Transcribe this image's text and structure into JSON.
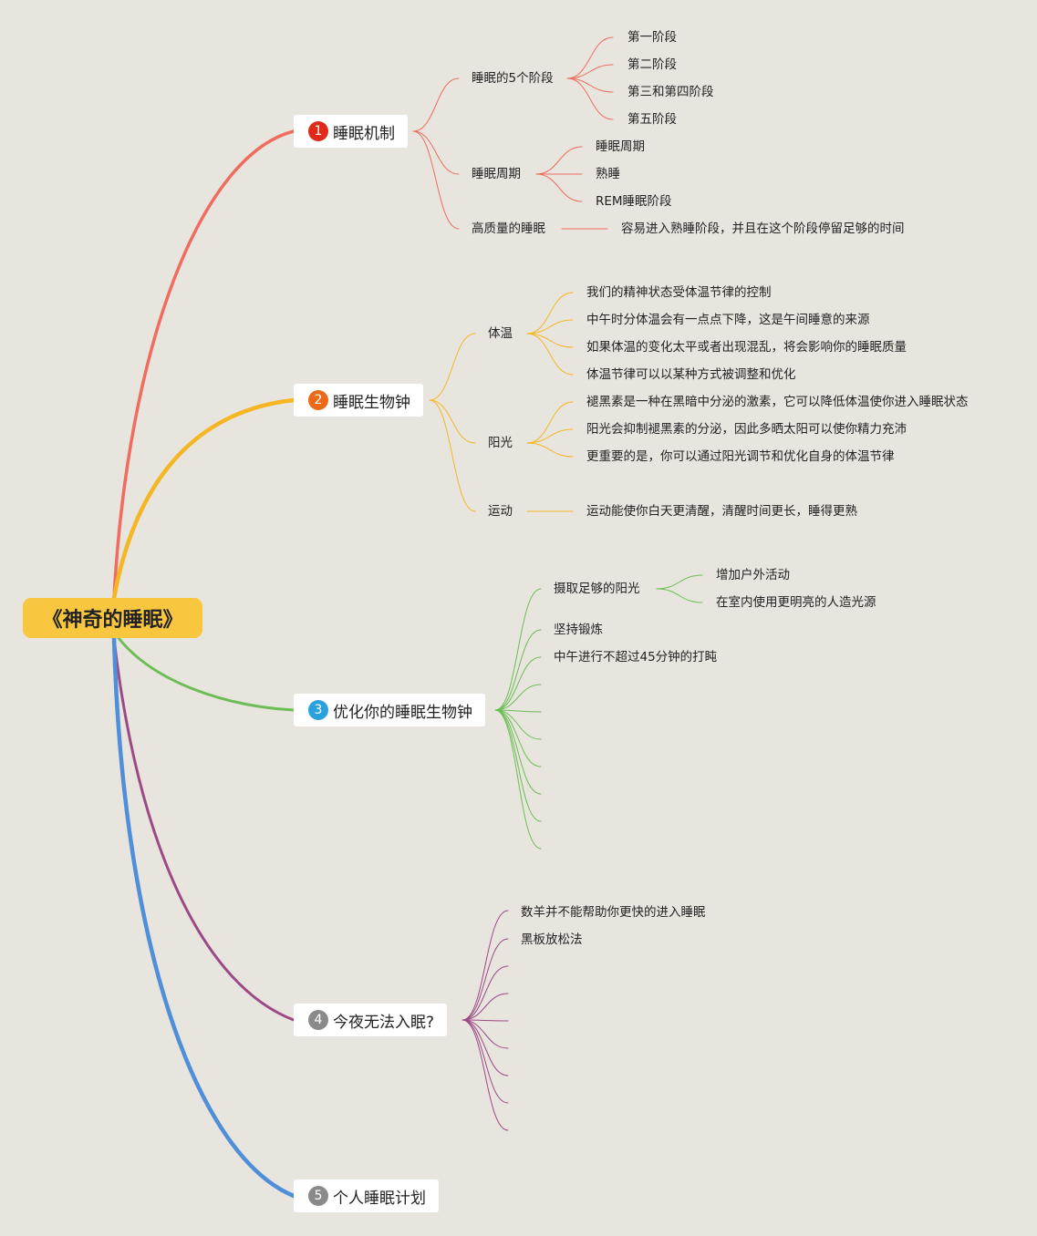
{
  "root": "《神奇的睡眠》",
  "branches": [
    {
      "num": "1",
      "label": "睡眠机制",
      "color": "#ef6c5e",
      "badge": "#dd2a1b"
    },
    {
      "num": "2",
      "label": "睡眠生物钟",
      "color": "#f5b623",
      "badge": "#ea6a1a"
    },
    {
      "num": "3",
      "label": "优化你的睡眠生物钟",
      "color": "#6cbd55",
      "badge": "#2aa0dc"
    },
    {
      "num": "4",
      "label": "今夜无法入眠?",
      "color": "#9b4a86",
      "badge": "#8a8a8a"
    },
    {
      "num": "5",
      "label": "个人睡眠计划",
      "color": "#4f8ed8",
      "badge": "#8a8a8a"
    }
  ],
  "b1": {
    "stages": "睡眠的5个阶段",
    "stage_items": [
      "第一阶段",
      "第二阶段",
      "第三和第四阶段",
      "第五阶段"
    ],
    "cycle": "睡眠周期",
    "cycle_items": [
      "睡眠周期",
      "熟睡",
      "REM睡眠阶段"
    ],
    "quality": "高质量的睡眠",
    "quality_item": "容易进入熟睡阶段，并且在这个阶段停留足够的时间"
  },
  "b2": {
    "temp": "体温",
    "temp_items": [
      "我们的精神状态受体温节律的控制",
      "中午时分体温会有一点点下降，这是午间睡意的来源",
      "如果体温的变化太平或者出现混乱，将会影响你的睡眠质量",
      "体温节律可以以某种方式被调整和优化"
    ],
    "sun": "阳光",
    "sun_items": [
      "褪黑素是一种在黑暗中分泌的激素，它可以降低体温使你进入睡眠状态",
      "阳光会抑制褪黑素的分泌，因此多晒太阳可以使你精力充沛",
      "更重要的是，你可以通过阳光调节和优化自身的体温节律"
    ],
    "exercise": "运动",
    "exercise_item": "运动能使你白天更清醒，清醒时间更长，睡得更熟"
  },
  "b3": {
    "light": "摄取足够的阳光",
    "light_items": [
      "增加户外活动",
      "在室内使用更明亮的人造光源"
    ],
    "items": [
      "坚持锻炼",
      "中午进行不超过45分钟的打盹"
    ]
  },
  "b4": {
    "items": [
      "数羊并不能帮助你更快的进入睡眠",
      "黑板放松法"
    ]
  }
}
